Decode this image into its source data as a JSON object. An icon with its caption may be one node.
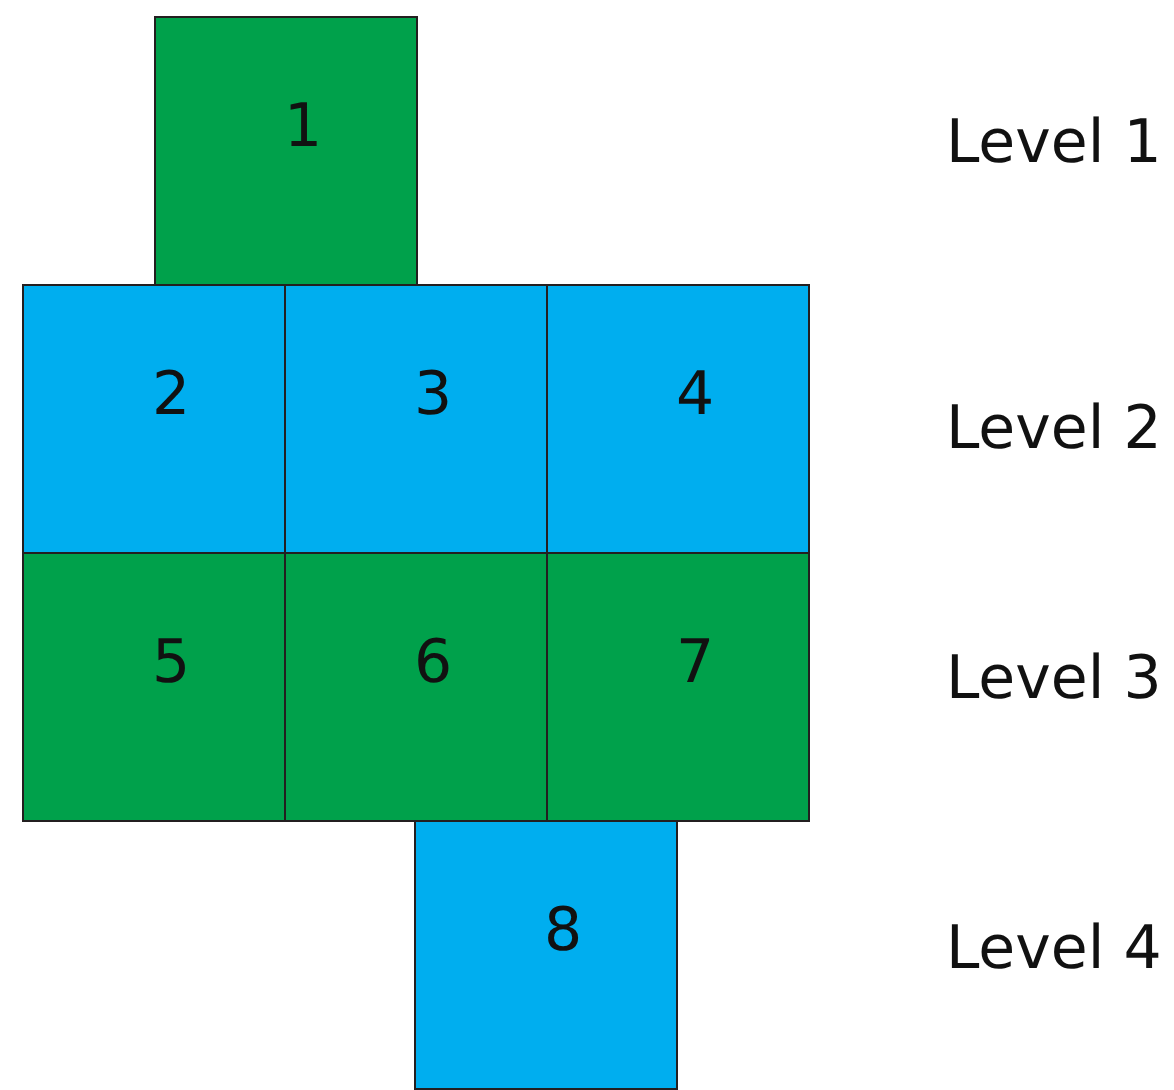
{
  "diagram": {
    "nodes": [
      {
        "text": [
          "1"
        ]
      },
      {
        "text": [
          "2"
        ]
      },
      {
        "text": [
          "3"
        ]
      },
      {
        "text": [
          "4"
        ]
      },
      {
        "text": [
          "5"
        ]
      },
      {
        "text": [
          "6"
        ]
      },
      {
        "text": [
          "7"
        ]
      },
      {
        "text": [
          "8"
        ]
      }
    ],
    "labels": [
      "Level 1",
      "Level 2",
      "Level 3",
      "Level 4"
    ]
  }
}
